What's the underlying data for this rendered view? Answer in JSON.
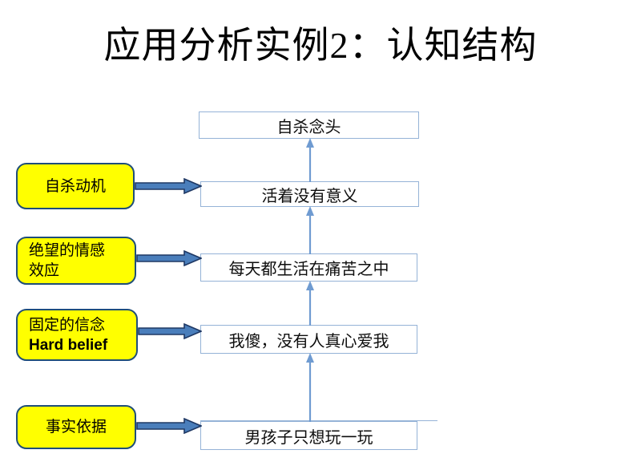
{
  "slide": {
    "title": "应用分析实例2：认知结构",
    "colors": {
      "box_border": "#95B3D7",
      "label_fill": "#FFFF00",
      "label_border": "#1F4E79",
      "block_arrow_fill": "#4A7EBB",
      "block_arrow_stroke": "#1F3864",
      "connector_arrow": "#6F9BD1",
      "background": "#FFFFFF",
      "text": "#000000"
    }
  },
  "chain_boxes": [
    {
      "text": "自杀念头"
    },
    {
      "text": "活着没有意义"
    },
    {
      "text": "每天都生活在痛苦之中"
    },
    {
      "text": "我傻，没有人真心爱我"
    },
    {
      "text": "男孩子只想玩一玩"
    }
  ],
  "labels": [
    {
      "line1": "自杀动机",
      "line2": ""
    },
    {
      "line1": "绝望的情感",
      "line2": "效应"
    },
    {
      "line1": "固定的信念",
      "line2": "Hard belief"
    },
    {
      "line1": "事实依据",
      "line2": ""
    }
  ]
}
